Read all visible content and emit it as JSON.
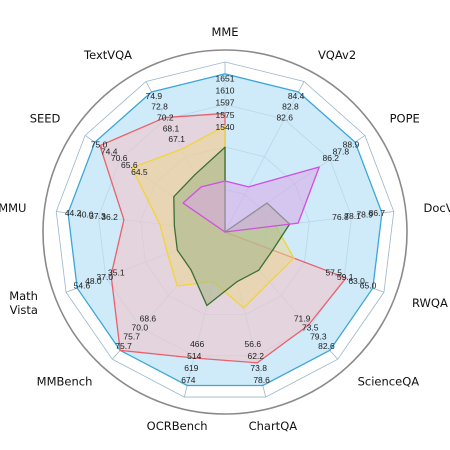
{
  "chart_data": {
    "type": "radar",
    "title": "",
    "axes": [
      {
        "name": "MME",
        "lines": [
          "MME"
        ]
      },
      {
        "name": "VQAv2",
        "lines": [
          "VQAv2"
        ]
      },
      {
        "name": "POPE",
        "lines": [
          "POPE"
        ]
      },
      {
        "name": "DocVQA",
        "lines": [
          "DocVQA"
        ]
      },
      {
        "name": "RWQA",
        "lines": [
          "RWQA"
        ]
      },
      {
        "name": "ScienceQA",
        "lines": [
          "ScienceQA"
        ]
      },
      {
        "name": "ChartQA",
        "lines": [
          "ChartQA"
        ]
      },
      {
        "name": "OCRBench",
        "lines": [
          "OCRBench"
        ]
      },
      {
        "name": "MMBench",
        "lines": [
          "MMBench"
        ]
      },
      {
        "name": "Math Vista",
        "lines": [
          "Math",
          "Vista"
        ]
      },
      {
        "name": "MMMU",
        "lines": [
          "MMMU"
        ]
      },
      {
        "name": "SEED",
        "lines": [
          "SEED"
        ]
      },
      {
        "name": "TextVQA",
        "lines": [
          "TextVQA"
        ]
      }
    ],
    "series": [
      {
        "fill": "#bfe3f5",
        "stroke": "#3aa6d8",
        "fill_opacity": 0.75,
        "values": [
          1651,
          84.4,
          88.9,
          86.7,
          65.0,
          82.6,
          78.6,
          674,
          75.7,
          54.6,
          44.2,
          75.0,
          74.9
        ]
      },
      {
        "fill": "#f2c4cc",
        "stroke": "#e8626c",
        "fill_opacity": 0.6,
        "values": [
          1610,
          null,
          null,
          null,
          63.0,
          79.3,
          73.8,
          619,
          75.7,
          48.0,
          40.0,
          74.4,
          72.8
        ]
      },
      {
        "fill": "#e9d58f",
        "stroke": "#f2d43a",
        "fill_opacity": 0.55,
        "values": [
          1597,
          null,
          null,
          76.8,
          59.1,
          73.5,
          62.2,
          466,
          70.0,
          37.0,
          37.3,
          70.6,
          70.2
        ]
      },
      {
        "fill": "#a9b98a",
        "stroke": "#3d6e32",
        "fill_opacity": 0.6,
        "values": [
          1575,
          null,
          86.2,
          78.1,
          57.5,
          71.9,
          56.6,
          514,
          68.6,
          35.1,
          36.2,
          65.6,
          68.1
        ]
      },
      {
        "fill": "#d9a8e8",
        "stroke": "#d04fe0",
        "fill_opacity": 0.55,
        "values": [
          1540,
          82.8,
          87.8,
          78.9,
          null,
          null,
          null,
          null,
          null,
          null,
          null,
          64.5,
          67.1
        ]
      }
    ],
    "value_labels": [
      [
        "1651",
        "1610",
        "1597",
        "1575",
        "1540"
      ],
      [
        "84.4",
        "82.8",
        "82.6"
      ],
      [
        "88.9",
        "87.8",
        "86.2"
      ],
      [
        "86.7",
        "78.9",
        "78.1",
        "76.8"
      ],
      [
        "65.0",
        "63.0",
        "59.1",
        "57.5"
      ],
      [
        "82.6",
        "79.3",
        "73.5",
        "71.9"
      ],
      [
        "78.6",
        "73.8",
        "62.2",
        "56.6"
      ],
      [
        "674",
        "619",
        "514",
        "466"
      ],
      [
        "75.7",
        "75.7",
        "70.0",
        "68.6"
      ],
      [
        "54.6",
        "48.0",
        "37.0",
        "35.1"
      ],
      [
        "44.2",
        "40.0",
        "37.3",
        "36.2"
      ],
      [
        "75.0",
        "74.4",
        "70.6",
        "65.6",
        "64.5"
      ],
      [
        "74.9",
        "72.8",
        "70.2",
        "68.1",
        "67.1"
      ]
    ],
    "colors": {
      "grid": "#9ab6c8",
      "outer_ring": "#8a8a8a",
      "background": "#ffffff"
    },
    "grid": true,
    "legend": "none"
  }
}
